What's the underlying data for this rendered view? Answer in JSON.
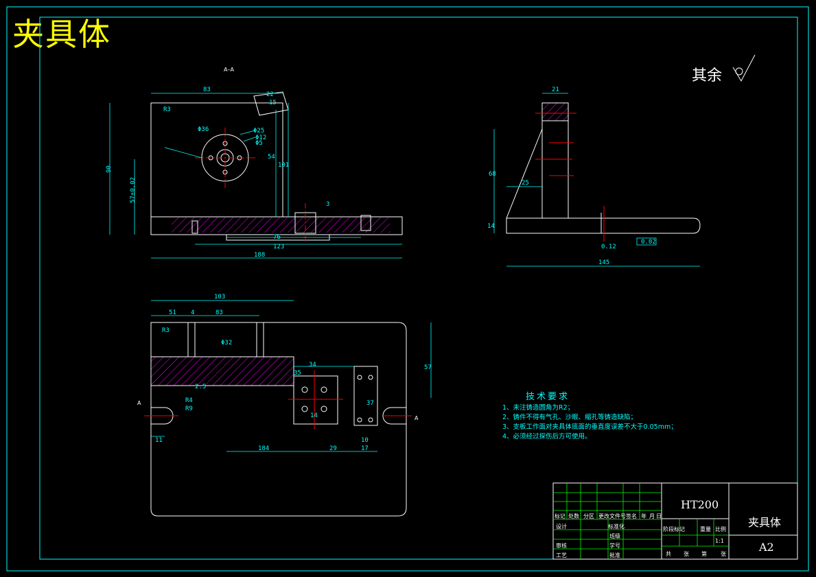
{
  "title": "夹具体",
  "roughness_note": "其余",
  "section_label": "A–A",
  "section_marker": "A",
  "tech": {
    "heading": "技术要求",
    "items": [
      "1、未注铸造圆角为R2；",
      "2、铸件不得有气孔、沙眼、缩孔等铸造缺陷；",
      "3、支板工作面对夹具体底面的垂直度误差不大于0.05mm；",
      "4、必须经过探伤后方可使用。"
    ]
  },
  "dims_front": {
    "d83": "83",
    "d22": "22",
    "d15": "15",
    "r3": "R3",
    "d90": "90",
    "d57": "57±0.02",
    "d101": "101",
    "d54": "54",
    "phi36": "Φ36",
    "phi25": "Φ25",
    "phi12": "Φ12",
    "phi5": "Φ5",
    "d76": "76",
    "d123": "123",
    "d188": "188",
    "d3": "3"
  },
  "dims_side": {
    "d21": "21",
    "d68": "68",
    "d25": "25",
    "d14": "14",
    "d145": "145",
    "tol": "0.12",
    "tol_frame": "0.02"
  },
  "dims_top": {
    "d103": "103",
    "d51": "51",
    "d4": "4",
    "d83": "83",
    "r3": "R3",
    "phi32": "Φ32",
    "d34": "34",
    "d35": "35",
    "d57": "57",
    "d184": "184",
    "d29": "29",
    "d17": "17",
    "d10": "10",
    "d11": "11",
    "d14": "14",
    "d37": "37",
    "r4": "R4",
    "r9": "R9",
    "d2_5": "2.5"
  },
  "title_block": {
    "material": "HT200",
    "part_name": "夹具体",
    "sheet_size": "A2",
    "scale": "1:1",
    "row_labels": [
      "标记",
      "处数",
      "分区",
      "更改文件号",
      "签名",
      "年",
      "月",
      "日"
    ],
    "design": "设计",
    "standard": "标准化",
    "review": "审核",
    "process": "工艺",
    "class": "班级",
    "student_no": "学号",
    "approve": "批准",
    "stage_headers": [
      "阶段标记",
      "重量",
      "比例"
    ],
    "sheets": [
      "共",
      "张",
      "第",
      "张"
    ]
  },
  "colors": {
    "outline": "#ffffff",
    "dimension": "#00ffff",
    "hatch": "#ff00ff",
    "center": "#ff0000",
    "grid": "#00ff00",
    "title": "#ffff00"
  }
}
